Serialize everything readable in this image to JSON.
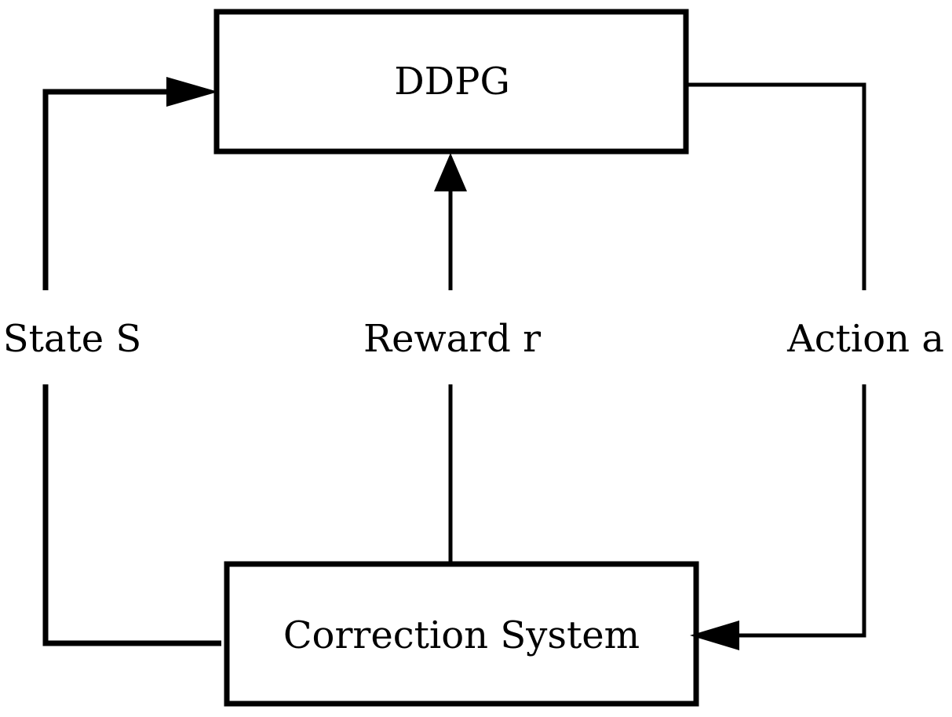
{
  "nodes": {
    "ddpg": {
      "label": "DDPG"
    },
    "correction_system": {
      "label": "Correction System"
    }
  },
  "edges": {
    "state": {
      "label": "State S"
    },
    "reward": {
      "label": "Reward r"
    },
    "action": {
      "label": "Action a"
    }
  }
}
